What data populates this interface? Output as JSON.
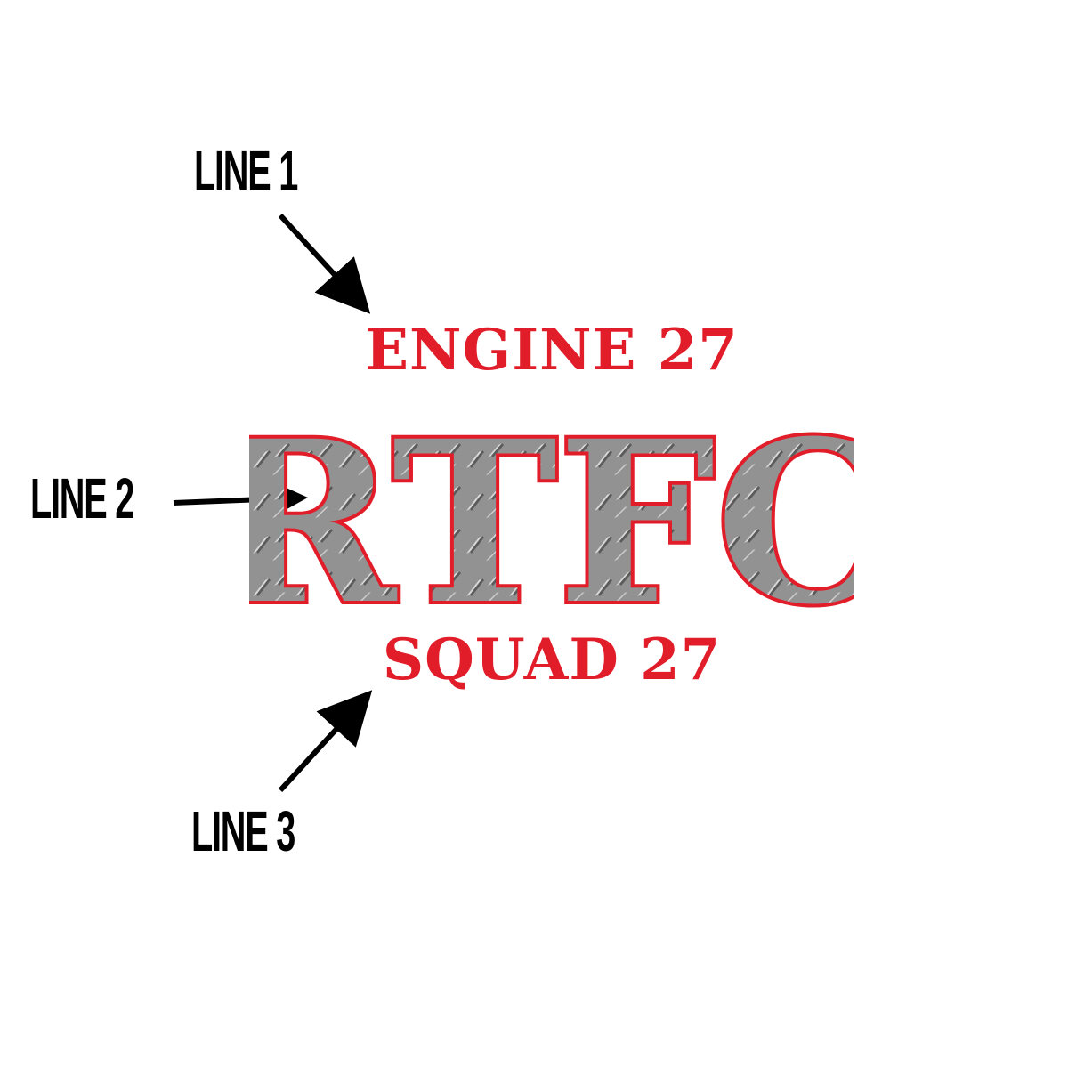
{
  "callouts": {
    "line1": "LINE 1",
    "line2": "LINE 2",
    "line3": "LINE 3"
  },
  "design": {
    "top_text": "ENGINE 27",
    "main_text": "RTFC",
    "bottom_text": "SQUAD 27"
  },
  "colors": {
    "accent_red": "#e21d2a",
    "plate_base": "#8d8d8d",
    "plate_light": "#cfcfcf",
    "plate_dark": "#5a5a5a",
    "callout_black": "#000000"
  },
  "icons": {
    "arrow": "arrow-icon",
    "texture": "diamond-plate-texture"
  }
}
